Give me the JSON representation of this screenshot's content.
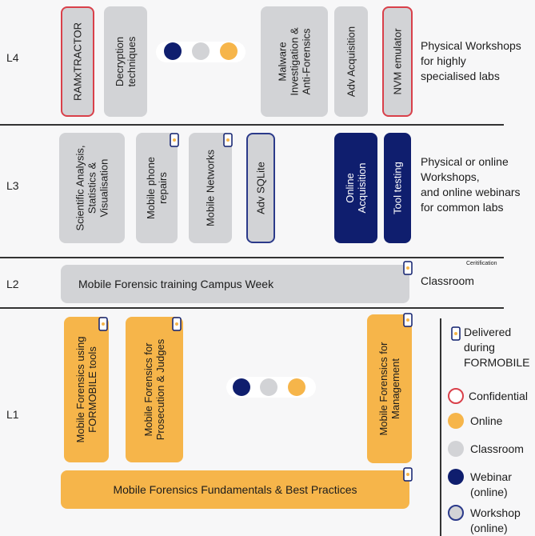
{
  "levels": {
    "l4": "L4",
    "l3": "L3",
    "l2": "L2",
    "l1": "L1"
  },
  "l4": {
    "boxes": {
      "ramx": "RAMxTRACTOR",
      "decrypt": "Decryption\ntechniques",
      "malware": "Malware\nInvestigation &\nAnti-Forensics",
      "adv_acq": "Adv Acquisition",
      "nvm": "NVM emulator"
    },
    "description": "Physical Workshops\nfor highly\nspecialised labs"
  },
  "l3": {
    "boxes": {
      "sci": "Scientific Analysis,\nStatistics &\nVisualisation",
      "phone_repairs": "Mobile phone\nrepairs",
      "networks": "Mobile Networks",
      "sqlite": "Adv SQLite",
      "online_acq": "Online\nAcquisition",
      "tool_testing": "Tool testing"
    },
    "description": "Physical or online\nWorkshops,\nand online webinars\nfor common labs"
  },
  "l2": {
    "box": "Mobile Forensic training Campus Week",
    "cert": "Ceritification",
    "description": "Classroom"
  },
  "l1": {
    "boxes": {
      "formobile_tools": "Mobile Forensics using\nFORMOBILE tools",
      "prosecution": "Mobile Forensics for\nProsecution & Judges",
      "management": "Mobile Forensics for\nManagement",
      "fundamentals": "Mobile Forensics Fundamentals &  Best Practices"
    }
  },
  "legend": {
    "delivered": "Delivered\nduring\nFORMOBILE",
    "confidential": "Confidential",
    "online": "Online",
    "classroom": "Classroom",
    "webinar": "Webinar\n(online)",
    "workshop": "Workshop\n(online)"
  },
  "colors": {
    "online": "#f6b54a",
    "classroom": "#d2d3d6",
    "webinar": "#0f1e6e",
    "confidential_border": "#d9404a",
    "workshop_border": "#2b3a8a"
  }
}
